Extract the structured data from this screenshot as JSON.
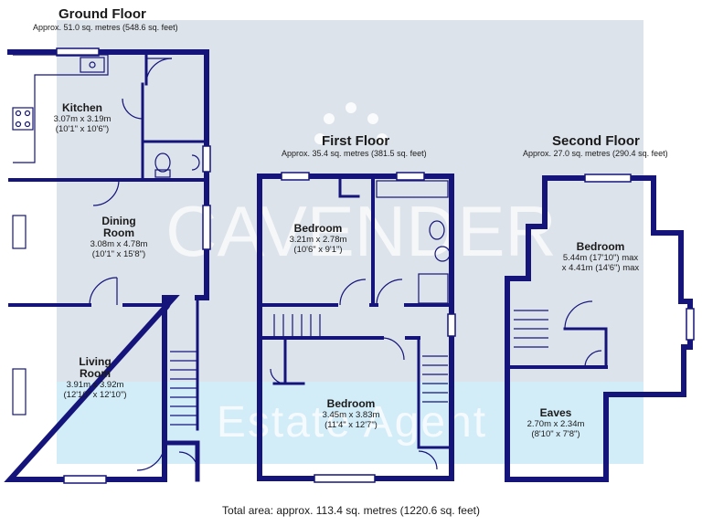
{
  "ground_floor": {
    "title": "Ground Floor",
    "area": "Approx. 51.0 sq. metres (548.6 sq. feet)",
    "rooms": [
      {
        "name": "Kitchen",
        "dims": [
          "3.07m x 3.19m",
          "(10'1\" x 10'6\")"
        ]
      },
      {
        "name": "Dining Room",
        "name_lines": [
          "Dining",
          "Room"
        ],
        "dims": [
          "3.08m x 4.78m",
          "(10'1\" x 15'8\")"
        ]
      },
      {
        "name": "Living Room",
        "name_lines": [
          "Living",
          "Room"
        ],
        "dims": [
          "3.91m x 3.92m",
          "(12'10\" x 12'10\")"
        ]
      }
    ]
  },
  "first_floor": {
    "title": "First Floor",
    "area": "Approx. 35.4 sq. metres (381.5 sq. feet)",
    "rooms": [
      {
        "name": "Bedroom",
        "dims": [
          "3.21m x 2.78m",
          "(10'6\" x 9'1\")"
        ]
      },
      {
        "name": "Bedroom",
        "dims": [
          "3.45m x 3.83m",
          "(11'4\" x 12'7\")"
        ]
      }
    ]
  },
  "second_floor": {
    "title": "Second Floor",
    "area": "Approx. 27.0 sq. metres (290.4 sq. feet)",
    "rooms": [
      {
        "name": "Bedroom",
        "dims": [
          "5.44m (17'10\") max",
          "x 4.41m (14'6\") max"
        ]
      },
      {
        "name": "Eaves",
        "dims": [
          "2.70m x 2.34m",
          "(8'10\" x 7'8\")"
        ]
      }
    ]
  },
  "watermark": {
    "brand": "CAVENDER",
    "tagline": "Estate Agent"
  },
  "total_area": "Total area: approx. 113.4 sq. metres (1220.6 sq. feet)",
  "colors": {
    "wall": "#14147a",
    "panel": "#dce3ea",
    "band": "#d2ecf8",
    "window": "#ffffff"
  }
}
